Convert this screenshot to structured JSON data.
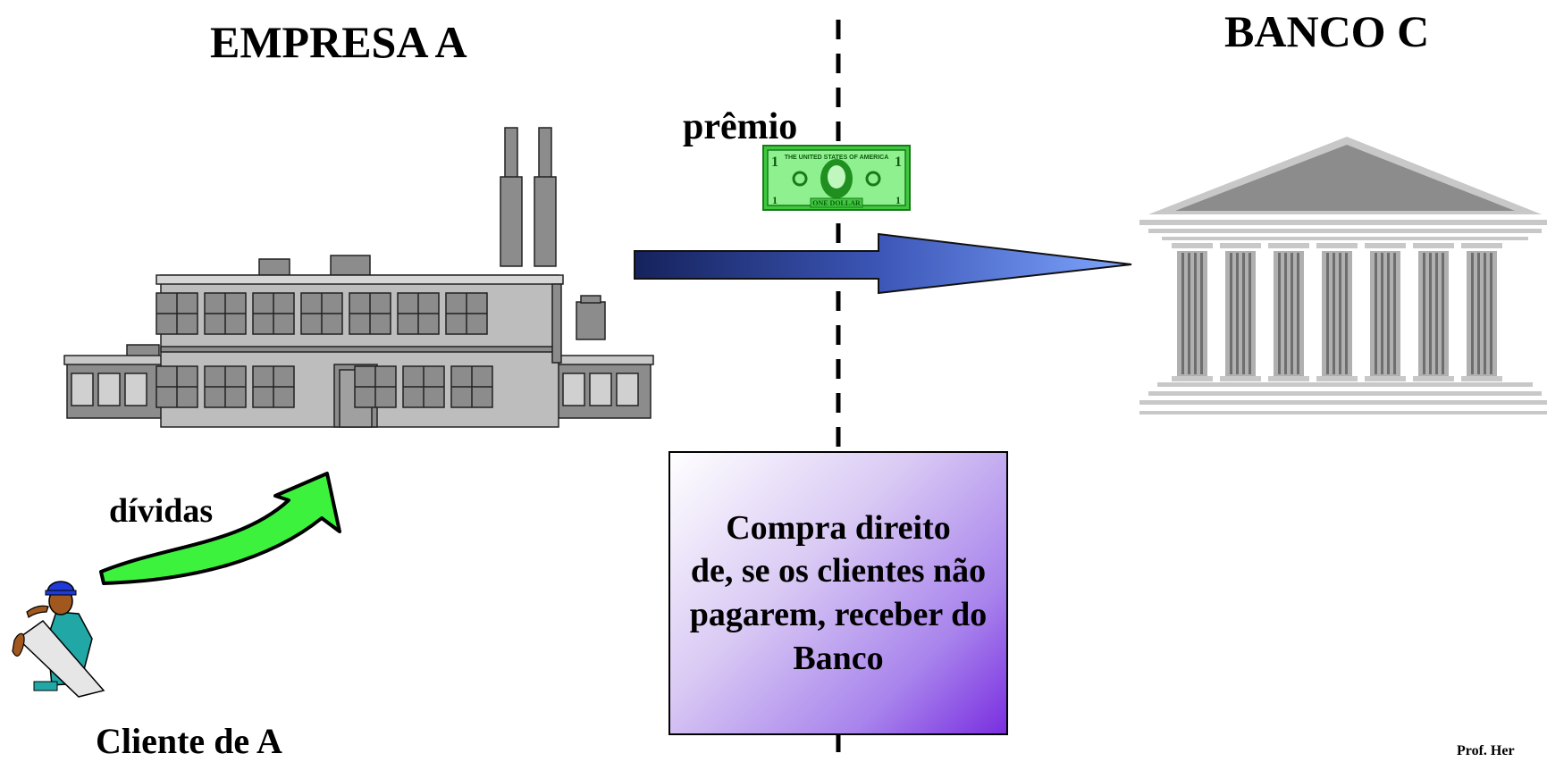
{
  "labels": {
    "empresa_a": "EMPRESA A",
    "banco_c": "BANCO C",
    "premio": "prêmio",
    "dividas": "dívidas",
    "cliente": "Cliente de A",
    "credit": "Prof. Her"
  },
  "box": {
    "lines": [
      "Compra direito",
      "de, se os clientes não",
      "pagarem, receber do",
      "Banco"
    ]
  },
  "banknote": {
    "header": "THE UNITED STATES OF AMERICA",
    "footer": "ONE DOLLAR",
    "corner": "1"
  },
  "colors": {
    "factory": "#8c8c8c",
    "bank": "#a8a8a8",
    "arrow_blue": "#5f87e8",
    "arrow_green": "#3df23d",
    "banknote": "#3fc83f",
    "box_purple": "#7a2ee0"
  }
}
